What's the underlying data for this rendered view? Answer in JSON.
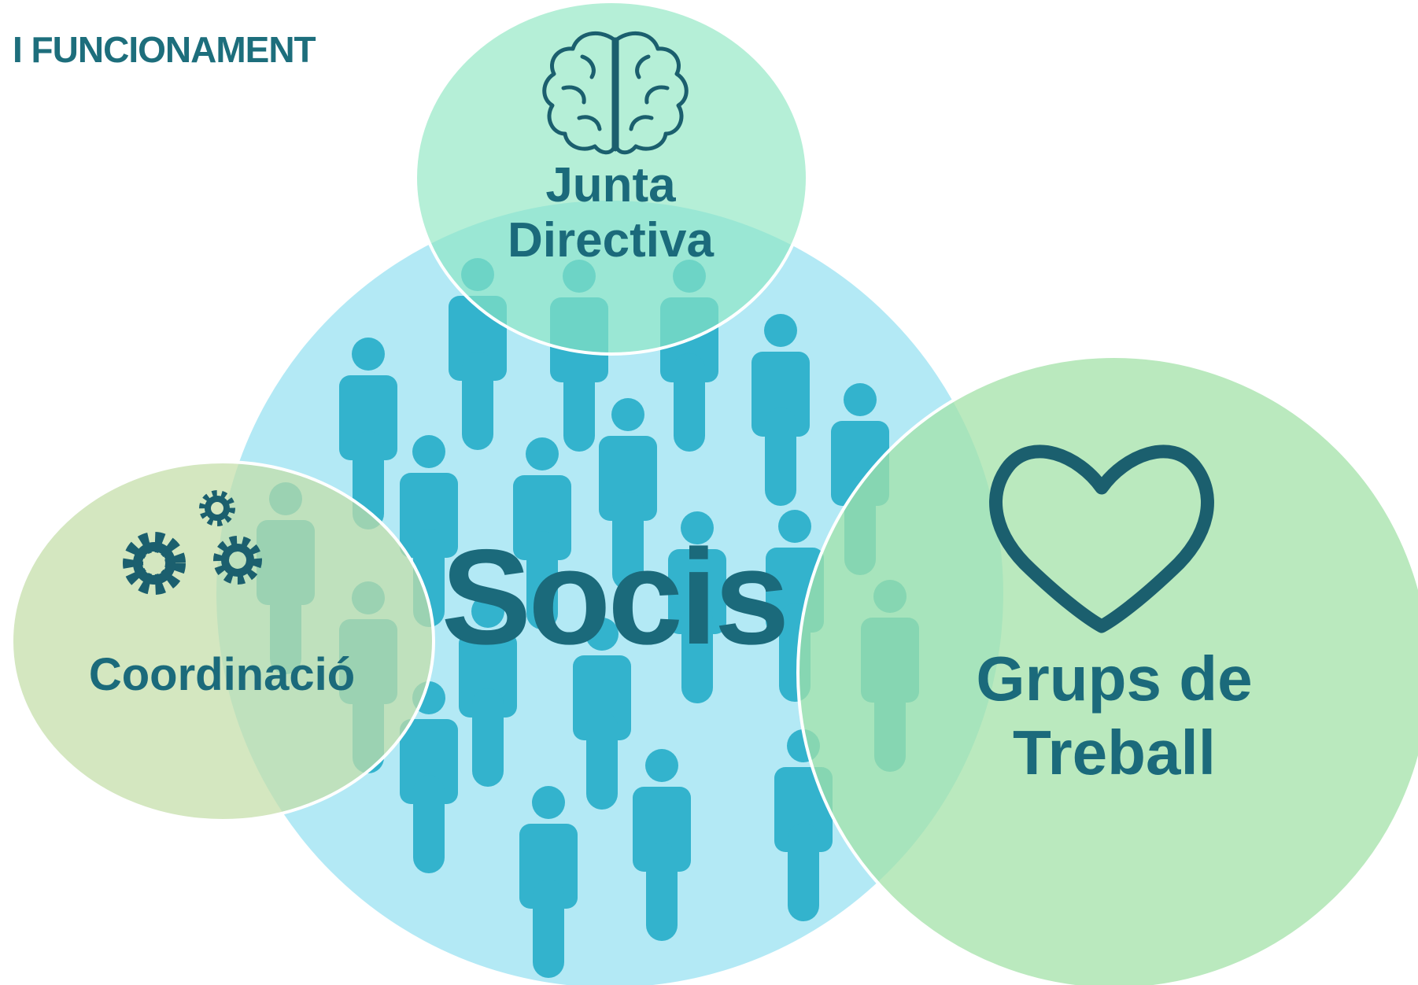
{
  "header": {
    "title": "I FUNCIONAMENT"
  },
  "diagram": {
    "center": {
      "label": "Socis",
      "icon": "people-crowd-icon"
    },
    "junta": {
      "line1": "Junta",
      "line2": "Directiva",
      "icon": "brain-icon"
    },
    "coordinacio": {
      "label": "Coordinació",
      "icon": "gears-icon"
    },
    "grups": {
      "line1": "Grups de",
      "line2": "Treball",
      "icon": "heart-icon"
    }
  },
  "colors": {
    "title": "#1d6e7c",
    "label": "#1b6a7b",
    "socis_circle": "#b3e9f5",
    "people": "#33b3cd",
    "junta_circle": "#8ee6c2",
    "coordinacio_circle": "#c4dea8",
    "grups_circle": "#a3e2a8",
    "icon": "#1b5f6e"
  }
}
